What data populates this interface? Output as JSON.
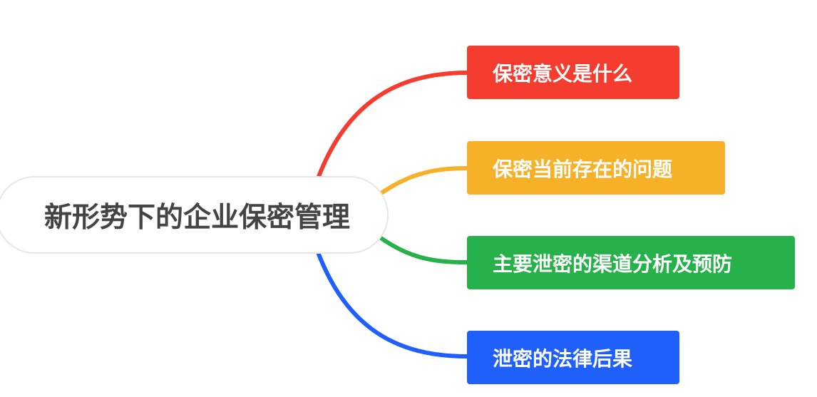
{
  "root": {
    "label": "新形势下的企业保密管理"
  },
  "branches": [
    {
      "label": "保密意义是什么",
      "color": "#f43c2f"
    },
    {
      "label": "保密当前存在的问题",
      "color": "#f6b128"
    },
    {
      "label": "主要泄密的渠道分析及预防",
      "color": "#26b14b"
    },
    {
      "label": "泄密的法律后果",
      "color": "#1f5ffb"
    }
  ]
}
